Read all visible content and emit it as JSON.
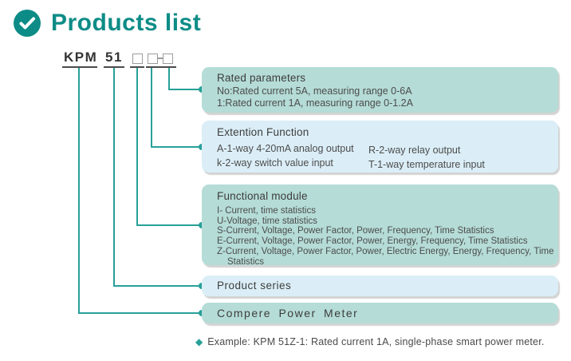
{
  "header": {
    "title": "Products list"
  },
  "model_code": {
    "prefix": "KPM",
    "series": "51",
    "placeholder": "□",
    "separator": "-"
  },
  "callouts": [
    {
      "title": "Rated parameters",
      "lines": [
        "No:Rated current 5A, measuring range 0-6A",
        "1:Rated current 1A, measuring range 0-1.2A"
      ]
    },
    {
      "title": "Extention Function",
      "columns": {
        "left": [
          "A-1-way 4-20mA analog output",
          "k-2-way switch value input"
        ],
        "right": [
          "R-2-way relay output",
          "T-1-way temperature input"
        ]
      }
    },
    {
      "title": "Functional module",
      "lines": [
        "I- Current, time statistics",
        "U-Voltage, time statistics",
        "S-Current, Voltage, Power Factor, Power, Frequency, Time Statistics",
        "E-Current, Voltage, Power Factor, Power, Energy, Frequency, Time Statistics",
        "Z-Current, Voltage, Power Factor, Power, Electric Energy, Energy, Frequency, Time Statistics"
      ]
    },
    {
      "title": "Product series"
    },
    {
      "title": "Compere Power Meter"
    }
  ],
  "example": {
    "bullet": "◆",
    "text": "Example: KPM 51Z-1: Rated current 1A, single-phase smart power meter."
  },
  "colors": {
    "brand_teal": "#0d8c87",
    "connector_teal": "#27a099",
    "box_teal": "#b5dcd7",
    "box_blue": "#dbeef7"
  }
}
